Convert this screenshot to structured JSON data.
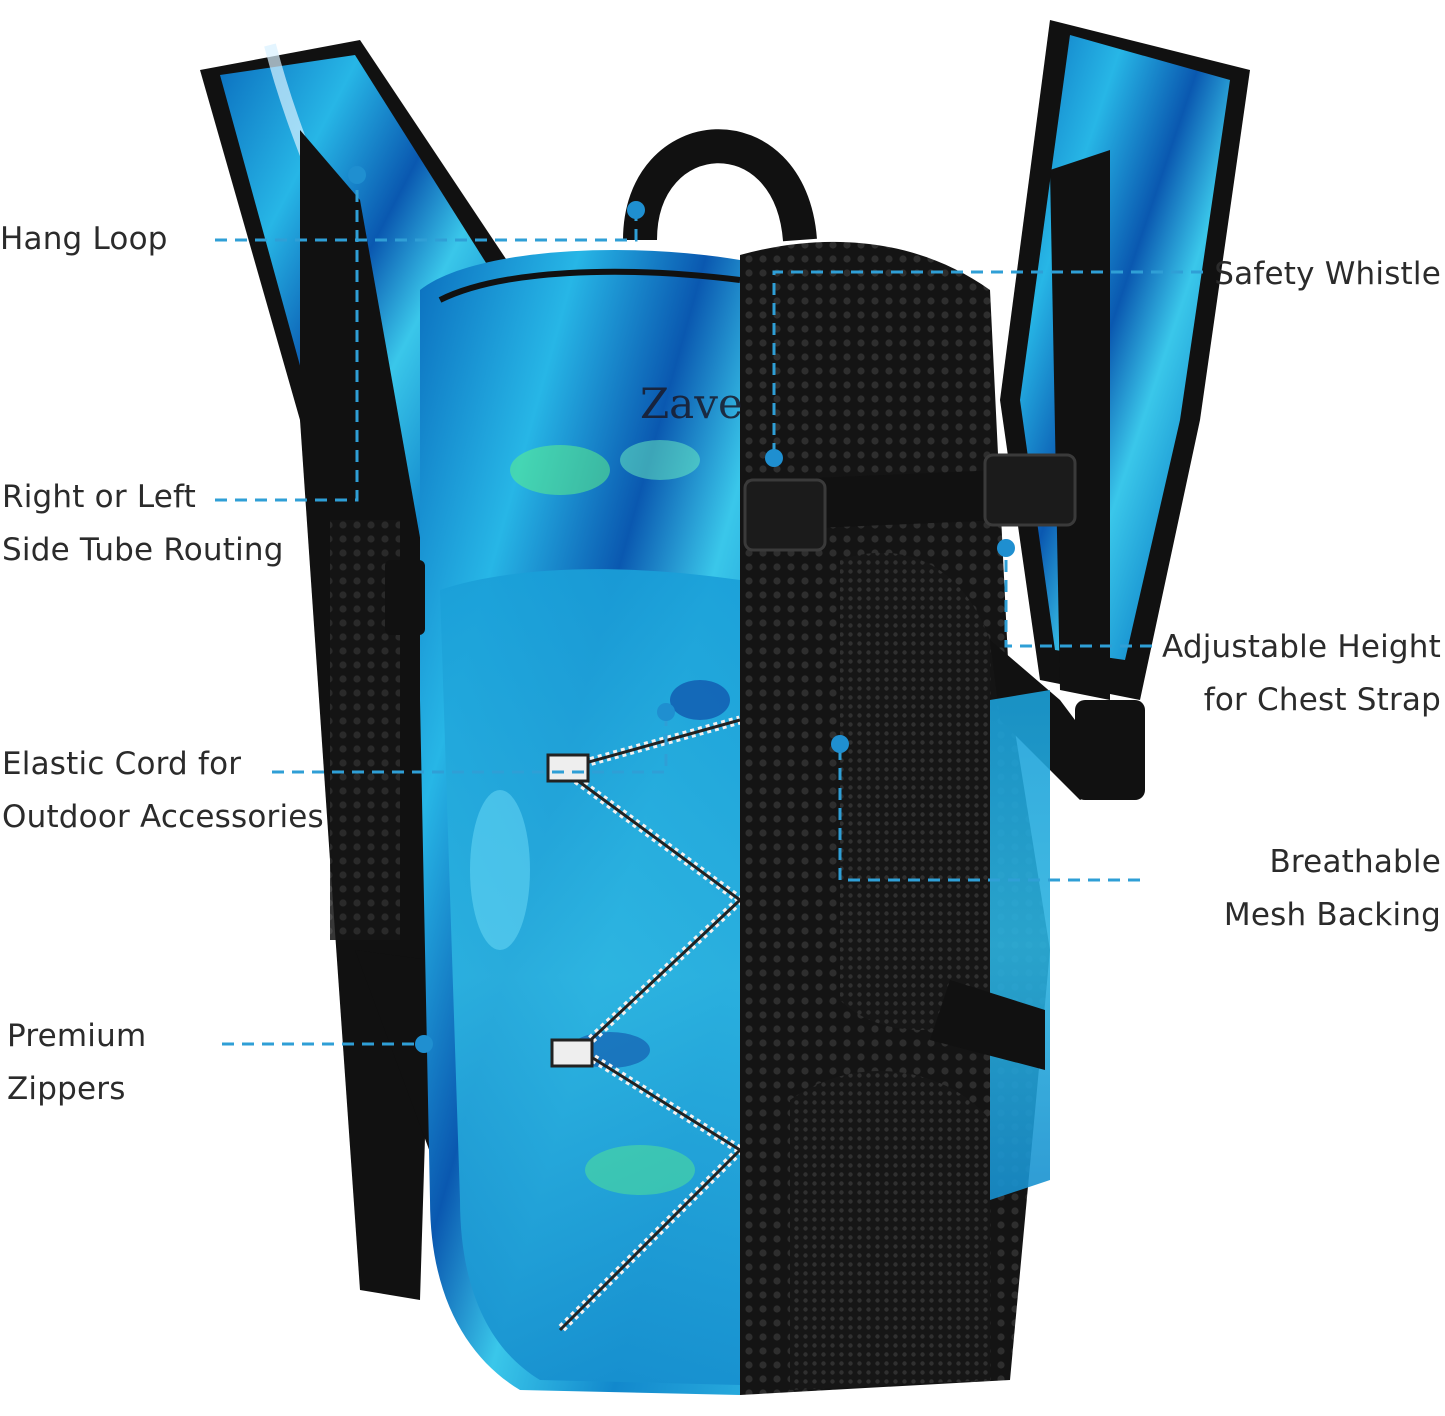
{
  "image": {
    "description_free": true,
    "logo_text": "Zave",
    "colors": {
      "background": "#ffffff",
      "callout_line": "#2f9fd6",
      "callout_dot": "#1f8fd0",
      "label_text": "#2b2b2b",
      "holo_blue": "#1da7d8",
      "holo_deep": "#0b5fa8",
      "holo_green": "#5cf08a",
      "strap_black": "#111111",
      "mesh_dark": "#1c1c1c"
    }
  },
  "callouts": {
    "hang_loop": {
      "line1": "Hang Loop"
    },
    "tube_routing": {
      "line1": "Right or Left",
      "line2": "Side Tube Routing"
    },
    "elastic_cord": {
      "line1": "Elastic Cord for",
      "line2": "Outdoor Accessories"
    },
    "zippers": {
      "line1": "Premium",
      "line2": "Zippers"
    },
    "whistle": {
      "line1": "Safety Whistle"
    },
    "chest_strap": {
      "line1": "Adjustable Height",
      "line2": "for Chest Strap"
    },
    "mesh": {
      "line1": "Breathable",
      "line2": "Mesh Backing"
    }
  }
}
